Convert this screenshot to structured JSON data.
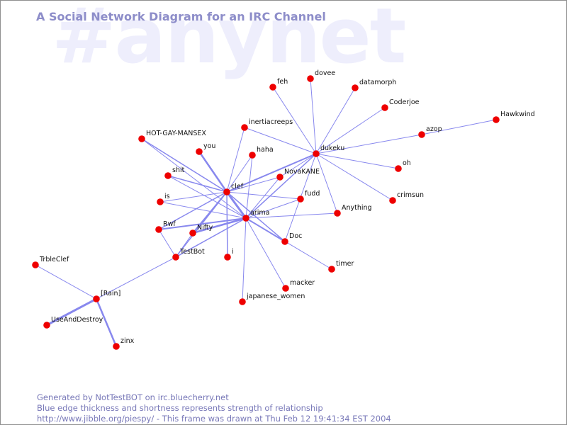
{
  "watermark": "#anynet",
  "title": "A Social Network Diagram for an IRC Channel",
  "footer": {
    "line1": "Generated by NotTestBOT on irc.bluecherry.net",
    "line2": "Blue edge thickness and shortness represents strength of relationship",
    "line3": "http://www.jibble.org/piespy/ - This frame was drawn at Thu Feb 12 19:41:34 EST 2004"
  },
  "colors": {
    "node": "#ee0000",
    "edge": "#8888ee",
    "title": "#8d8dc9",
    "footer": "#7878b8",
    "watermark": "#eeeefc"
  },
  "nodes": [
    "feh",
    "dovee",
    "datamorph",
    "Coderjoe",
    "Hawkwind",
    "azop",
    "inertiacreeps",
    "dukeku",
    "HOT-GAY-MANSEX",
    "you",
    "haha",
    "oh",
    "NovaKANE",
    "shit",
    "crimsun",
    "clef",
    "fudd",
    "is",
    "Anything",
    "arima",
    "Rwf",
    "Nifty",
    "Doc",
    "TestBot",
    "i",
    "TrbleClef",
    "timer",
    "macker",
    "[Rain]",
    "japanese_women",
    "UseAndDestroy",
    "zinx"
  ],
  "edges": [
    {
      "from": "feh",
      "to": "dukeku",
      "weight": 1
    },
    {
      "from": "dovee",
      "to": "dukeku",
      "weight": 1
    },
    {
      "from": "datamorph",
      "to": "dukeku",
      "weight": 1
    },
    {
      "from": "Coderjoe",
      "to": "dukeku",
      "weight": 1
    },
    {
      "from": "azop",
      "to": "dukeku",
      "weight": 1
    },
    {
      "from": "Hawkwind",
      "to": "azop",
      "weight": 1
    },
    {
      "from": "oh",
      "to": "dukeku",
      "weight": 1
    },
    {
      "from": "crimsun",
      "to": "dukeku",
      "weight": 1
    },
    {
      "from": "Anything",
      "to": "dukeku",
      "weight": 1
    },
    {
      "from": "inertiacreeps",
      "to": "dukeku",
      "weight": 1
    },
    {
      "from": "dukeku",
      "to": "clef",
      "weight": 2
    },
    {
      "from": "dukeku",
      "to": "arima",
      "weight": 1.5
    },
    {
      "from": "dukeku",
      "to": "NovaKANE",
      "weight": 1
    },
    {
      "from": "dukeku",
      "to": "Doc",
      "weight": 1
    },
    {
      "from": "inertiacreeps",
      "to": "clef",
      "weight": 1
    },
    {
      "from": "HOT-GAY-MANSEX",
      "to": "clef",
      "weight": 1.5
    },
    {
      "from": "HOT-GAY-MANSEX",
      "to": "arima",
      "weight": 1
    },
    {
      "from": "you",
      "to": "clef",
      "weight": 2.5
    },
    {
      "from": "haha",
      "to": "clef",
      "weight": 1
    },
    {
      "from": "haha",
      "to": "arima",
      "weight": 1
    },
    {
      "from": "shit",
      "to": "clef",
      "weight": 1.5
    },
    {
      "from": "shit",
      "to": "arima",
      "weight": 1
    },
    {
      "from": "NovaKANE",
      "to": "clef",
      "weight": 1
    },
    {
      "from": "NovaKANE",
      "to": "arima",
      "weight": 1
    },
    {
      "from": "fudd",
      "to": "clef",
      "weight": 1
    },
    {
      "from": "fudd",
      "to": "arima",
      "weight": 1
    },
    {
      "from": "is",
      "to": "clef",
      "weight": 1
    },
    {
      "from": "is",
      "to": "arima",
      "weight": 1
    },
    {
      "from": "Anything",
      "to": "arima",
      "weight": 1
    },
    {
      "from": "clef",
      "to": "arima",
      "weight": 3
    },
    {
      "from": "clef",
      "to": "Nifty",
      "weight": 2
    },
    {
      "from": "clef",
      "to": "Rwf",
      "weight": 1.5
    },
    {
      "from": "clef",
      "to": "TestBot",
      "weight": 1.5
    },
    {
      "from": "clef",
      "to": "i",
      "weight": 1.5
    },
    {
      "from": "clef",
      "to": "Doc",
      "weight": 1.5
    },
    {
      "from": "arima",
      "to": "Nifty",
      "weight": 2.5
    },
    {
      "from": "arima",
      "to": "Rwf",
      "weight": 2
    },
    {
      "from": "arima",
      "to": "TestBot",
      "weight": 1.5
    },
    {
      "from": "arima",
      "to": "Doc",
      "weight": 2
    },
    {
      "from": "arima",
      "to": "timer",
      "weight": 1
    },
    {
      "from": "arima",
      "to": "macker",
      "weight": 1
    },
    {
      "from": "arima",
      "to": "japanese_women",
      "weight": 1
    },
    {
      "from": "Rwf",
      "to": "TestBot",
      "weight": 1
    },
    {
      "from": "Nifty",
      "to": "TestBot",
      "weight": 1
    },
    {
      "from": "TestBot",
      "to": "[Rain]",
      "weight": 1
    },
    {
      "from": "TrbleClef",
      "to": "[Rain]",
      "weight": 1
    },
    {
      "from": "[Rain]",
      "to": "UseAndDestroy",
      "weight": 3
    },
    {
      "from": "[Rain]",
      "to": "zinx",
      "weight": 2.5
    }
  ]
}
